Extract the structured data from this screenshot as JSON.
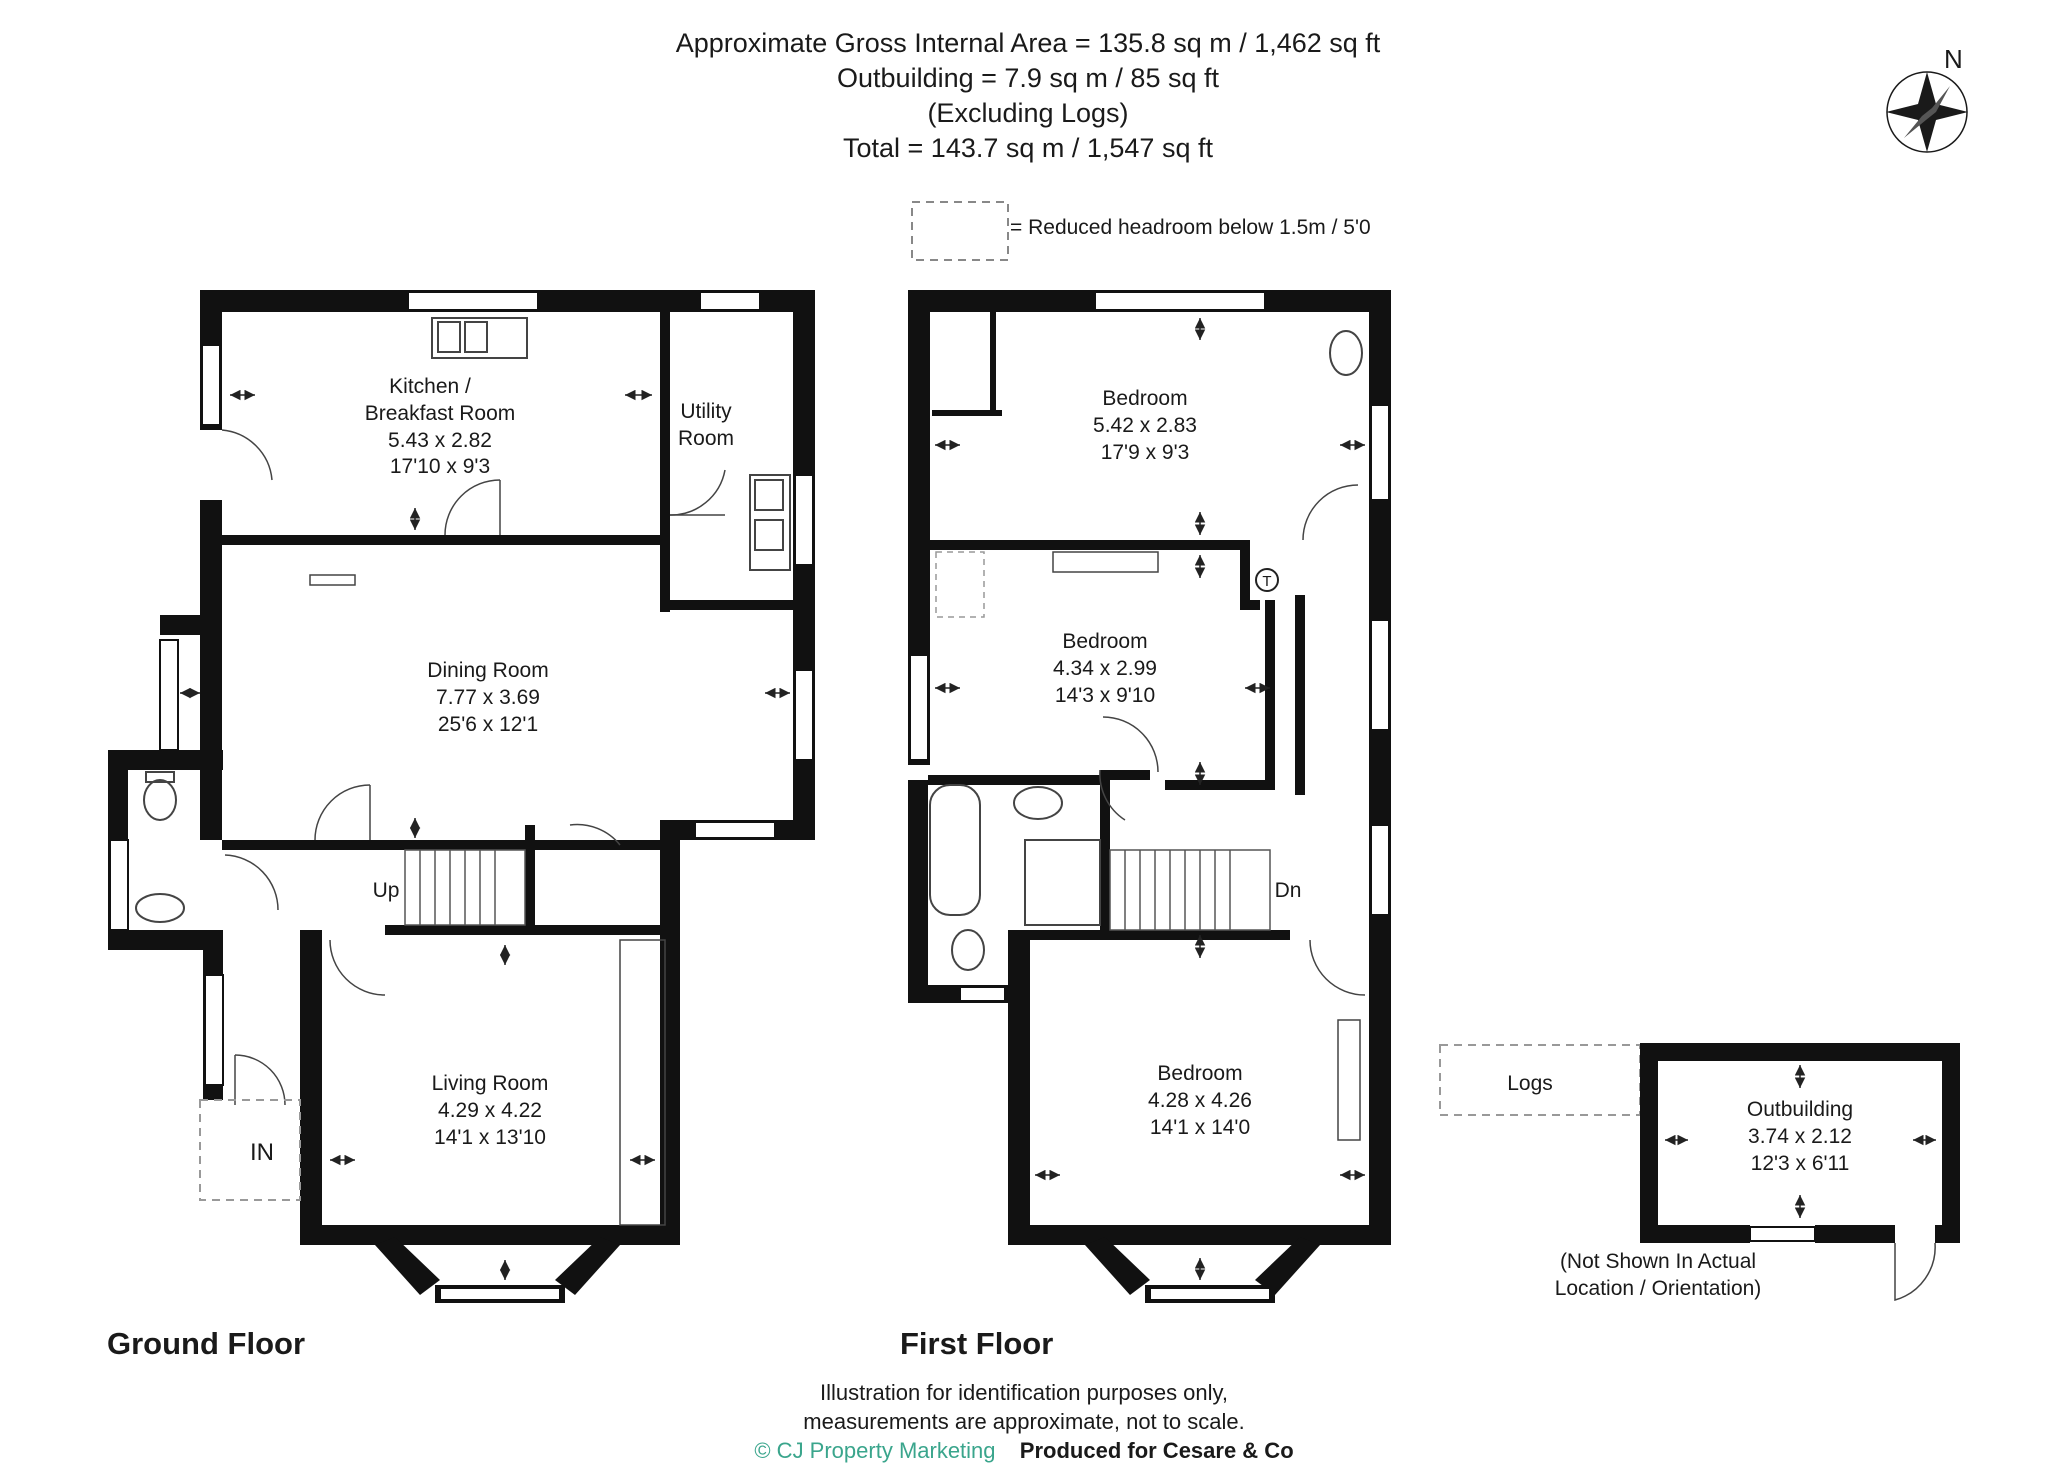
{
  "header": {
    "line1": "Approximate Gross Internal Area = 135.8 sq m / 1,462 sq ft",
    "line2": "Outbuilding = 7.9 sq m / 85 sq ft",
    "line3": "(Excluding Logs)",
    "line4": "Total = 143.7 sq m / 1,547 sq ft"
  },
  "compass": {
    "label": "N"
  },
  "legend": {
    "label": "= Reduced headroom below 1.5m / 5'0"
  },
  "ground_floor": {
    "title": "Ground Floor",
    "kitchen": {
      "name1": "Kitchen /",
      "name2": "Breakfast Room",
      "metric": "5.43 x 2.82",
      "imperial": "17'10 x 9'3"
    },
    "utility": {
      "name1": "Utility",
      "name2": "Room"
    },
    "dining": {
      "name": "Dining Room",
      "metric": "7.77 x 3.69",
      "imperial": "25'6 x 12'1"
    },
    "living": {
      "name": "Living Room",
      "metric": "4.29 x 4.22",
      "imperial": "14'1 x 13'10"
    },
    "up_label": "Up",
    "in_label": "IN"
  },
  "first_floor": {
    "title": "First Floor",
    "bedroom1": {
      "name": "Bedroom",
      "metric": "5.42 x 2.83",
      "imperial": "17'9 x 9'3"
    },
    "bedroom2": {
      "name": "Bedroom",
      "metric": "4.34 x 2.99",
      "imperial": "14'3 x 9'10"
    },
    "bedroom3": {
      "name": "Bedroom",
      "metric": "4.28 x 4.26",
      "imperial": "14'1 x 14'0"
    },
    "dn_label": "Dn",
    "thermostat": "T"
  },
  "outbuilding": {
    "logs": "Logs",
    "name": "Outbuilding",
    "metric": "3.74 x 2.12",
    "imperial": "12'3 x 6'11",
    "note1": "(Not Shown In Actual",
    "note2": "Location / Orientation)"
  },
  "footer": {
    "line1": "Illustration for identification purposes only,",
    "line2": "measurements are approximate, not to scale.",
    "copyright": "© CJ Property Marketing",
    "produced": "Produced for Cesare & Co",
    "copyright_color": "#3aa58c"
  }
}
